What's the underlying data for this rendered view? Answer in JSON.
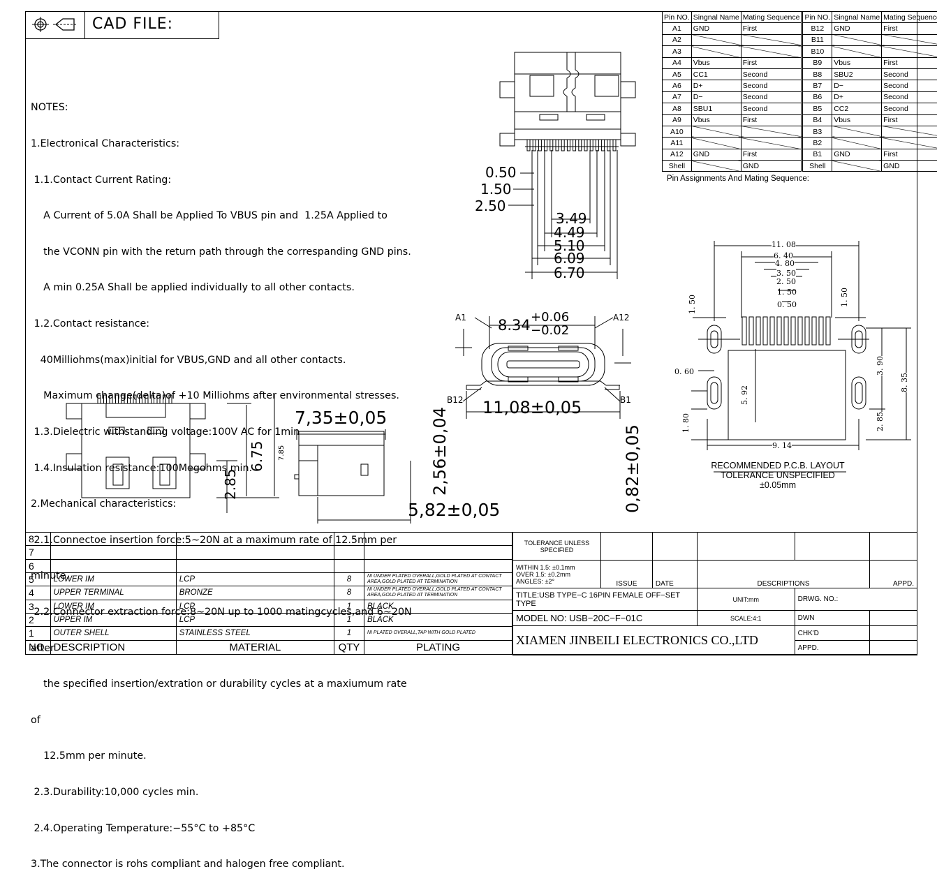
{
  "cad": {
    "title": "CAD FILE:"
  },
  "notes": [
    "NOTES:",
    "1.Electronical Characteristics:",
    " 1.1.Contact Current Rating:",
    "    A Current of 5.0A Shall be Applied To VBUS pin and  1.25A Applied to",
    "    the VCONN pin with the return path through the correspanding GND pins.",
    "    A min 0.25A Shall be applied individually to all other contacts.",
    " 1.2.Contact resistance:",
    "   40Milliohms(max)initial for VBUS,GND and all other contacts.",
    "    Maximum change(delta)of +10 Milliohms after environmental stresses.",
    " 1.3.Dielectric withstanding voltage:100V AC for 1min",
    " 1.4.Insulation resistance:100Megohms min.",
    "2.Mechanical characteristics:",
    " 2.1.Connectoe insertion force:5~20N at a maximum rate of 12.5mm per",
    "minute.",
    " 2.2.Connector extraction force:8~20N up to 1000 matingcycles,and 6~20N",
    "after",
    "    the specified insertion/extration or durability cycles at a maxiumum rate",
    "of",
    "    12.5mm per minute.",
    " 2.3.Durability:10,000 cycles min.",
    " 2.4.Operating Temperature:−55°C to +85°C",
    "3.The connector is rohs compliant and halogen free compliant."
  ],
  "pin_table": {
    "headers": [
      "Pin NO.",
      "Singnal Name",
      "Mating Sequence",
      "Pin NO.",
      "Singnal Name",
      "Mating Sequence"
    ],
    "rows": [
      [
        "A1",
        "GND",
        "First",
        "B12",
        "GND",
        "First"
      ],
      [
        "A2",
        "",
        "",
        "B11",
        "",
        ""
      ],
      [
        "A3",
        "",
        "",
        "B10",
        "",
        ""
      ],
      [
        "A4",
        "Vbus",
        "First",
        "B9",
        "Vbus",
        "First"
      ],
      [
        "A5",
        "CC1",
        "Second",
        "B8",
        "SBU2",
        "Second"
      ],
      [
        "A6",
        "D+",
        "Second",
        "B7",
        "D−",
        "Second"
      ],
      [
        "A7",
        "D−",
        "Second",
        "B6",
        "D+",
        "Second"
      ],
      [
        "A8",
        "SBU1",
        "Second",
        "B5",
        "CC2",
        "Second"
      ],
      [
        "A9",
        "Vbus",
        "First",
        "B4",
        "Vbus",
        "First"
      ],
      [
        "A10",
        "",
        "",
        "B3",
        "",
        ""
      ],
      [
        "A11",
        "",
        "",
        "B2",
        "",
        ""
      ],
      [
        "A12",
        "GND",
        "First",
        "B1",
        "GND",
        "First"
      ],
      [
        "Shell",
        "",
        "GND",
        "Shell",
        "",
        "GND"
      ]
    ],
    "caption": "Pin Assignments And Mating Sequence:"
  },
  "top_view_dims": {
    "left": [
      "0.50",
      "1.50",
      "2.50"
    ],
    "bottom": [
      "3.49",
      "4.49",
      "5.10",
      "6.09",
      "6.70"
    ]
  },
  "front_view": {
    "width": "8.34",
    "tol_plus": "+0.06",
    "tol_minus": "−0.02",
    "a1": "A1",
    "a12": "A12",
    "b12": "B12",
    "b1": "B1",
    "bottom": "11,08±0,05",
    "height": "2,56±0,04",
    "right": "0,82±0,05"
  },
  "side_view": {
    "top": "7,35±0,05",
    "bottom": "5,82±0,05"
  },
  "bottom_view": {
    "d1": "2.85",
    "d2": "6.75",
    "d3": "7.85"
  },
  "pcb": {
    "top": [
      "11. 08",
      "6. 40",
      "4. 80",
      "3. 50",
      "2. 50",
      "1. 50",
      "0. 50"
    ],
    "left_top": "1. 50",
    "right_top": "1. 50",
    "d060": "0. 60",
    "d592": "5. 92",
    "d180": "1. 80",
    "d914": "9. 14",
    "d390": "3. 90",
    "d835": "8. 35",
    "d285": "2. 85",
    "title": "RECOMMENDED  P.C.B. LAYOUT",
    "tol": "TOLERANCE UNSPECIFIED ±0.05mm"
  },
  "bom": {
    "rows": [
      [
        "8",
        "",
        "",
        "",
        ""
      ],
      [
        "7",
        "",
        "",
        "",
        ""
      ],
      [
        "6",
        "",
        "",
        "",
        ""
      ],
      [
        "5",
        "LOWER IM",
        "LCP",
        "8",
        "NI UNDER PLATED OVERALL,GOLD PLATED AT CONTACT AREA,GOLD PLATED AT TERMINATION"
      ],
      [
        "4",
        "UPPER TERMINAL",
        "BRONZE",
        "8",
        "NI UNDER PLATED OVERALL,GOLD PLATED AT CONTACT AREA,GOLD PLATED AT TERMINATION"
      ],
      [
        "3",
        "LOWER IM",
        "LCP",
        "1",
        "BLACK"
      ],
      [
        "2",
        "UPPER IM",
        "LCP",
        "1",
        "BLACK"
      ],
      [
        "1",
        "OUTER SHELL",
        "STAINLESS STEEL",
        "1",
        "NI PLATED OVERALL,TAP WITH GOLD PLATED"
      ]
    ],
    "headers": [
      "NO.",
      "DESCRIPTION",
      "MATERIAL",
      "QTY",
      "PLATING"
    ]
  },
  "title_block": {
    "tolerance": "TOLERANCE UNLESS SPECIFIED",
    "within": "WITHIN 1.5: ±0.1mm",
    "over": "OVER 1.5:  ±0.2mm",
    "angles": "ANGLES: ±2°",
    "issue": "ISSUE",
    "date": "DATE",
    "descriptions": "DESCRIPTIONS",
    "appd": "APPD.",
    "title": "TITLE:USB TYPE−C 16PIN FEMALE OFF−SET TYPE",
    "unit": "UNIT:mm",
    "drwg": "DRWG. NO.:",
    "model": "MODEL NO: USB−20C−F−01C",
    "scale": "SCALE:4:1",
    "dwn": "DWN",
    "chkd": "CHK'D",
    "appd2": "APPD.",
    "company": "XIAMEN JINBEILI ELECTRONICS CO.,LTD"
  }
}
